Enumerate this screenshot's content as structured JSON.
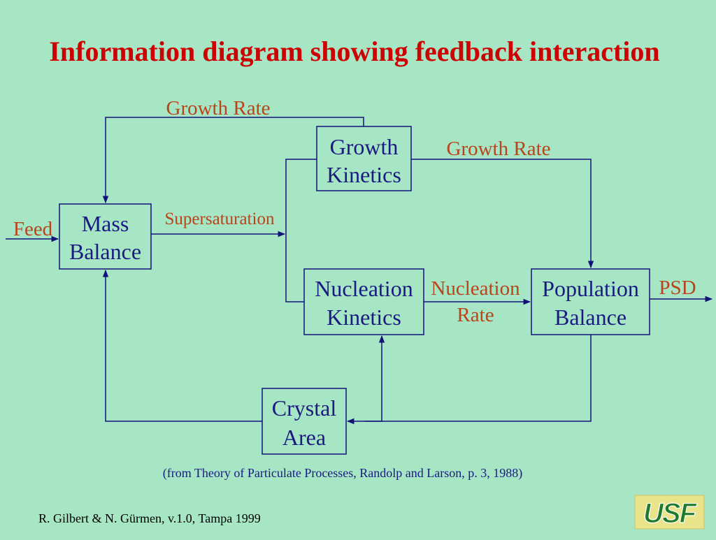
{
  "slide": {
    "title": "Information diagram showing feedback interaction",
    "boxes": {
      "growth_kinetics": [
        "Growth",
        "Kinetics"
      ],
      "mass_balance": [
        "Mass",
        "Balance"
      ],
      "nucleation_kinetics": [
        "Nucleation",
        "Kinetics"
      ],
      "population_balance": [
        "Population",
        "Balance"
      ],
      "crystal_area": [
        "Crystal",
        "Area"
      ]
    },
    "labels": {
      "growth_rate_top": "Growth Rate",
      "growth_rate_right": "Growth Rate",
      "supersaturation": "Supersaturation",
      "feed": "Feed",
      "psd": "PSD",
      "nucleation_rate": [
        "Nucleation",
        "Rate"
      ]
    },
    "caption": "(from Theory of Particulate Processes, Randolp and Larson, p. 3, 1988)",
    "footer": "R. Gilbert & N. Gürmen, v.1.0, Tampa 1999",
    "logo": {
      "text": "USF",
      "icon": "usf-logo-icon"
    }
  },
  "colors": {
    "background": "#a7e6c5",
    "title": "#cc0000",
    "box_text": "#1a1a80",
    "label": "#b8441c",
    "line": "#12127a",
    "logo_background": "#e9e48a",
    "logo_text": "#1f7a2a"
  }
}
